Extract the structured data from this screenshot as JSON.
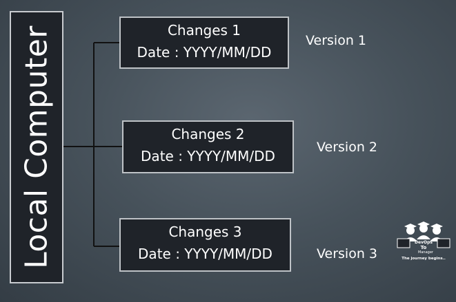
{
  "local": {
    "label": "Local Computer"
  },
  "changes": [
    {
      "title": "Changes 1",
      "date": "Date : YYYY/MM/DD",
      "version": "Version 1"
    },
    {
      "title": "Changes 2",
      "date": "Date : YYYY/MM/DD",
      "version": "Version 2"
    },
    {
      "title": "Changes 3",
      "date": "Date : YYYY/MM/DD",
      "version": "Version 3"
    }
  ],
  "logo": {
    "top_text": "DevOps",
    "mid_text": "To",
    "bottom_text": "Manager",
    "tagline": "The journey begins.."
  }
}
